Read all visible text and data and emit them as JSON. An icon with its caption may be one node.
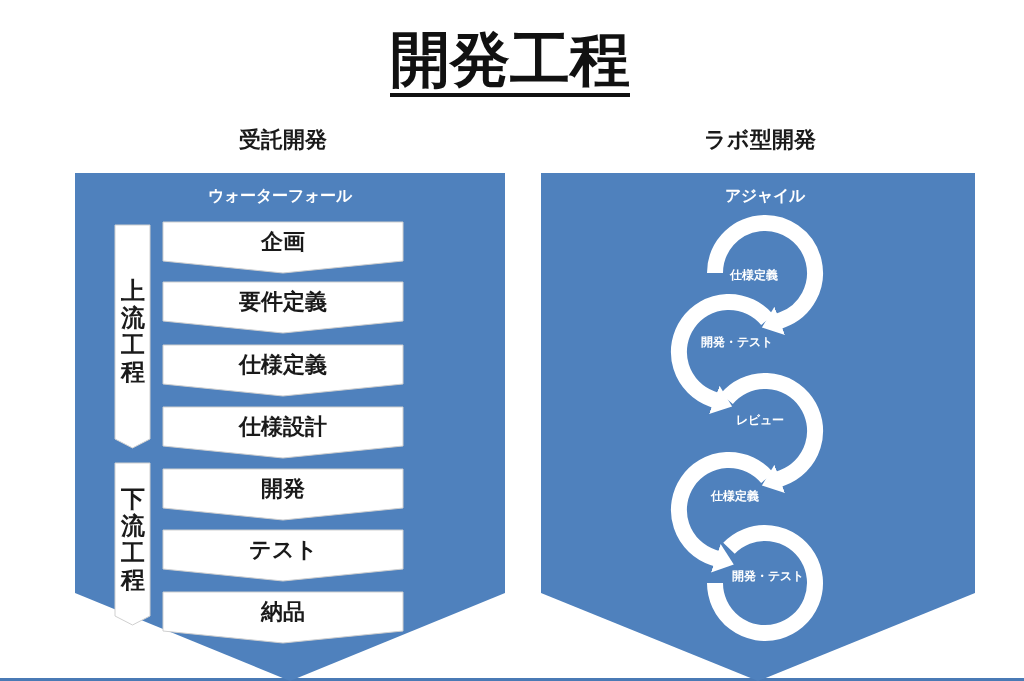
{
  "diagram": {
    "title": "開発工程",
    "nodes": [
      {
        "text": [
          "受託開発",
          "ウォーターフォール"
        ]
      },
      {
        "text": [
          "上流工程"
        ],
        "in": 0
      },
      {
        "text": [
          "企画"
        ],
        "in": 0
      },
      {
        "text": [
          "要件定義"
        ],
        "in": 0
      },
      {
        "text": [
          "仕様定義"
        ],
        "in": 0
      },
      {
        "text": [
          "仕様設計"
        ],
        "in": 0
      },
      {
        "text": [
          "下流工程"
        ],
        "in": 0
      },
      {
        "text": [
          "開発"
        ],
        "in": 0
      },
      {
        "text": [
          "テスト"
        ],
        "in": 0
      },
      {
        "text": [
          "納品"
        ],
        "in": 0
      },
      {
        "text": [
          "ラボ型開発",
          "アジャイル"
        ]
      },
      {
        "text": [
          "仕様定義"
        ],
        "in": 10
      },
      {
        "text": [
          "開発・テスト"
        ],
        "in": 10
      },
      {
        "text": [
          "レビュー"
        ],
        "in": 10
      },
      {
        "text": [
          "仕様定義"
        ],
        "in": 10
      },
      {
        "text": [
          "開発・テスト"
        ],
        "in": 10
      }
    ],
    "edges": [
      {
        "from": 11,
        "to": 12,
        "arrow": "to"
      },
      {
        "from": 12,
        "to": 13,
        "arrow": "to"
      },
      {
        "from": 13,
        "to": 14,
        "arrow": "to"
      },
      {
        "from": 14,
        "to": 15,
        "arrow": "to"
      }
    ]
  }
}
